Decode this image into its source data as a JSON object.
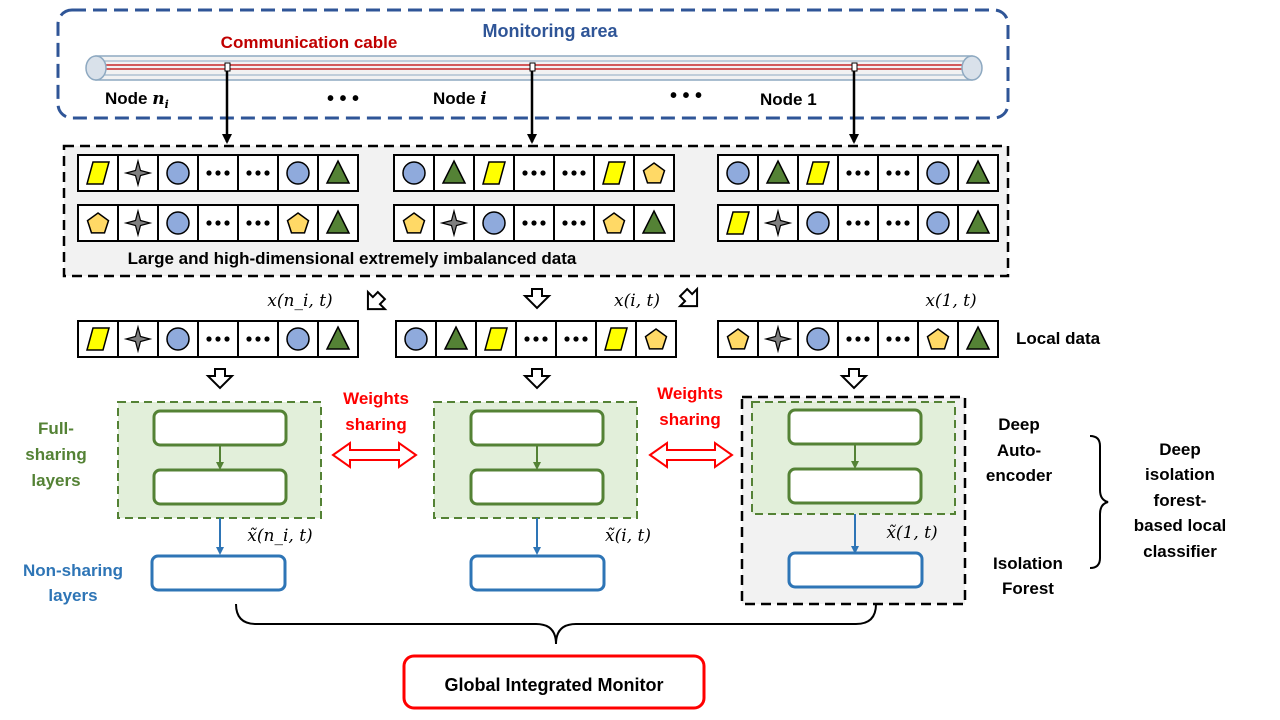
{
  "monitoring": {
    "area_label": "Monitoring area",
    "cable_label": "Communication cable",
    "nodes": [
      {
        "prefix": "Node ",
        "symbol": "n",
        "subscript": "i"
      },
      {
        "prefix": "Node ",
        "symbol": "i",
        "subscript": ""
      },
      {
        "prefix": "Node ",
        "symbol": "1",
        "subscript": ""
      }
    ],
    "ellipsis": "• • •"
  },
  "data_box": {
    "caption": "Large and high-dimensional extremely imbalanced data",
    "rows": [
      [
        "parallelogram",
        "star",
        "circle",
        "dots",
        "dots",
        "circle",
        "triangle"
      ],
      [
        "circle",
        "triangle",
        "parallelogram",
        "dots",
        "dots",
        "parallelogram",
        "pentagon"
      ],
      [
        "circle",
        "triangle",
        "parallelogram",
        "dots",
        "dots",
        "circle",
        "triangle"
      ],
      [
        "pentagon",
        "star",
        "circle",
        "dots",
        "dots",
        "pentagon",
        "triangle"
      ],
      [
        "pentagon",
        "star",
        "circle",
        "dots",
        "dots",
        "pentagon",
        "triangle"
      ],
      [
        "parallelogram",
        "star",
        "circle",
        "dots",
        "dots",
        "circle",
        "triangle"
      ]
    ]
  },
  "local": {
    "label": "Local data",
    "inputs": [
      "x(n_i, t)",
      "x(i, t)",
      "x(1, t)"
    ],
    "rows": [
      [
        "parallelogram",
        "star",
        "circle",
        "dots",
        "dots",
        "circle",
        "triangle"
      ],
      [
        "circle",
        "triangle",
        "parallelogram",
        "dots",
        "dots",
        "parallelogram",
        "pentagon"
      ],
      [
        "pentagon",
        "star",
        "circle",
        "dots",
        "dots",
        "pentagon",
        "triangle"
      ]
    ]
  },
  "network": {
    "full_sharing": [
      "Full-",
      "sharing",
      "layers"
    ],
    "non_sharing": [
      "Non-sharing",
      "layers"
    ],
    "weights_sharing": [
      "Weights",
      "sharing"
    ],
    "outputs": [
      "x̃(n_i, t)",
      "x̃(i, t)",
      "x̃(1, t)"
    ],
    "deep_autoencoder": [
      "Deep",
      "Auto-",
      "encoder"
    ],
    "isolation_forest": [
      "Isolation",
      "Forest"
    ],
    "classifier": [
      "Deep",
      "isolation",
      "forest-",
      "based local",
      "classifier"
    ]
  },
  "global_monitor": "Global Integrated Monitor",
  "colors": {
    "area_border": "#2F5597",
    "cable_red": "#C00000",
    "red": "#FF0000",
    "green": "#548235",
    "green_fill": "#E2EFDA",
    "blue": "#2E75B6",
    "gray_fill": "#F2F2F2",
    "yellow": "#FFFF00",
    "circle_fill": "#8FAADC",
    "triangle_fill": "#548235",
    "pentagon_fill": "#FFD966",
    "star_fill": "#7F7F7F"
  }
}
